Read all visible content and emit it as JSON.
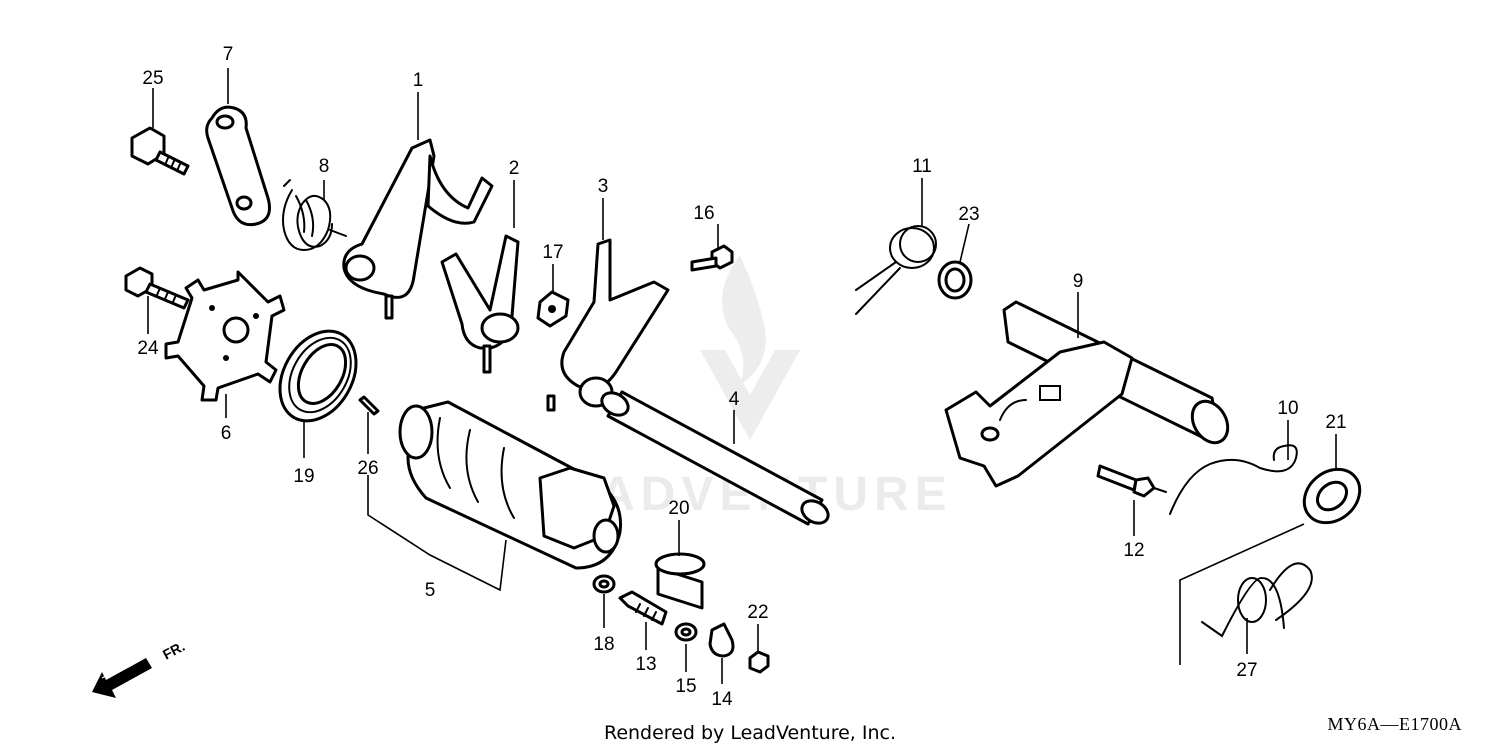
{
  "callouts": [
    "1",
    "2",
    "3",
    "4",
    "5",
    "6",
    "7",
    "8",
    "9",
    "10",
    "11",
    "12",
    "13",
    "14",
    "15",
    "16",
    "17",
    "18",
    "19",
    "20",
    "21",
    "22",
    "23",
    "24",
    "25",
    "26",
    "27"
  ],
  "direction_label": "FR.",
  "footer_text": "Rendered by LeadVenture, Inc.",
  "diagram_code": "MY6A—E1700A",
  "watermark_text": "ADVENTURE"
}
